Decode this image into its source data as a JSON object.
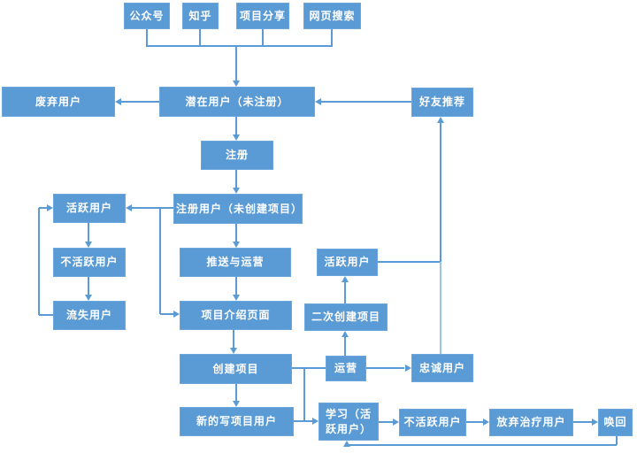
{
  "diagram_type": "flowchart",
  "colors": {
    "node_fill": "#5B9BD5",
    "node_border": "#6BA6DC",
    "connector": "#5B9BD5",
    "connector_light": "#9DC3E6",
    "text": "#FFFFFF",
    "background": "#FFFFFF"
  },
  "nodes": {
    "wechat_official": {
      "label": "公众号"
    },
    "zhihu": {
      "label": "知乎"
    },
    "project_share": {
      "label": "项目分享"
    },
    "web_search": {
      "label": "网页搜索"
    },
    "abandoned_users": {
      "label": "废弃用户"
    },
    "potential_users": {
      "label": "潜在用户（未注册）"
    },
    "friend_referral": {
      "label": "好友推荐"
    },
    "register": {
      "label": "注册"
    },
    "active_users_left": {
      "label": "活跃用户"
    },
    "registered_users": {
      "label": "注册用户（未创建项目）"
    },
    "inactive_users_left": {
      "label": "不活跃用户"
    },
    "push_operations": {
      "label": "推送与运营"
    },
    "active_users_right": {
      "label": "活跃用户"
    },
    "churned_users": {
      "label": "流失用户"
    },
    "project_intro_page": {
      "label": "项目介绍页面"
    },
    "second_create_project": {
      "label": "二次创建项目"
    },
    "create_project": {
      "label": "创建项目"
    },
    "operations": {
      "label": "运营"
    },
    "loyal_users": {
      "label": "忠诚用户"
    },
    "new_project_writers": {
      "label": "新的写项目用户"
    },
    "learning_active_users": {
      "label": "学习（活跃用户）"
    },
    "inactive_users_bottom": {
      "label": "不活跃用户"
    },
    "abandon_treatment_users": {
      "label": "放弃治疗用户"
    },
    "recall": {
      "label": "唤回"
    }
  }
}
